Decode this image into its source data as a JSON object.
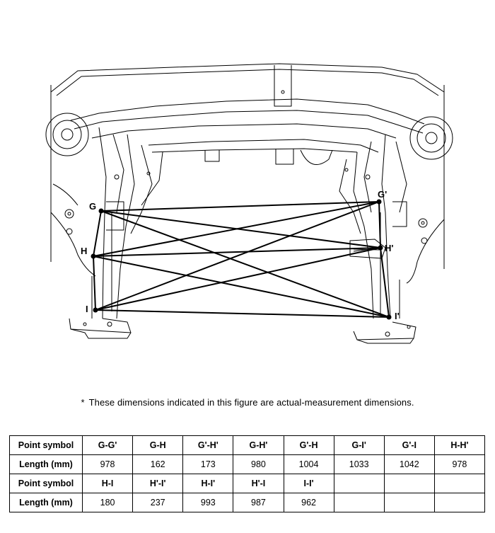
{
  "points": {
    "G": "G",
    "G_prime": "G'",
    "H": "H",
    "H_prime": "H'",
    "I": "I",
    "I_prime": "I'"
  },
  "note": {
    "asterisk": "*",
    "text": "These dimensions indicated in this figure are actual-measurement dimensions."
  },
  "table": {
    "row_label_symbol": "Point symbol",
    "row_label_length": "Length (mm)",
    "group1": {
      "symbols": [
        "G-G'",
        "G-H",
        "G'-H'",
        "G-H'",
        "G'-H",
        "G-I'",
        "G'-I",
        "H-H'"
      ],
      "lengths": [
        "978",
        "162",
        "173",
        "980",
        "1004",
        "1033",
        "1042",
        "978"
      ]
    },
    "group2": {
      "symbols": [
        "H-I",
        "H'-I'",
        "H-I'",
        "H'-I",
        "I-I'",
        "",
        "",
        ""
      ],
      "lengths": [
        "180",
        "237",
        "993",
        "987",
        "962",
        "",
        "",
        ""
      ]
    }
  }
}
